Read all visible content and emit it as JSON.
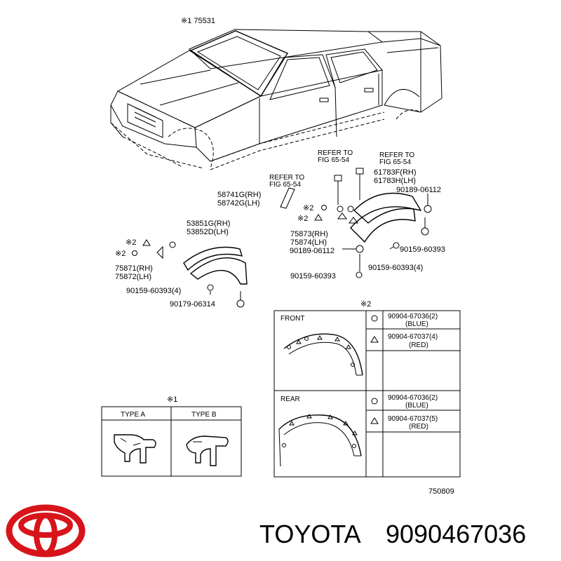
{
  "parts": {
    "p75531": "※1 75531",
    "refer_left_1": "REFER TO",
    "refer_left_2": "FIG 65-54",
    "refer_mid_1": "REFER TO",
    "refer_mid_2": "FIG 65-54",
    "refer_right_1": "REFER TO",
    "refer_right_2": "FIG 65-54",
    "p61783F": "61783F(RH)",
    "p61783H": "61783H(LH)",
    "p90189_top": "90189-06112",
    "p58741G": "58741G(RH)",
    "p58742G": "58742G(LH)",
    "star2_circle_right": "※2",
    "star2_tri_right": "※2",
    "p53851G": "53851G(RH)",
    "p53852D": "53852D(LH)",
    "p75873": "75873(RH)",
    "p75874": "75874(LH)",
    "p90189_mid": "90189-06112",
    "p90159_r1": "90159-60393",
    "p90159_r2": "90159-60393(4)",
    "p90159_r3": "90159-60393",
    "star2_tri_left": "※2",
    "star2_circle_left": "※2",
    "p75871": "75871(RH)",
    "p75872": "75872(LH)",
    "p90159_l": "90159-60393(4)",
    "p90179": "90179-06314"
  },
  "star2_table": {
    "heading": "※2",
    "front_label": "FRONT",
    "rear_label": "REAR",
    "rows": [
      {
        "part": "90904-67036(2)",
        "color": "(BLUE)"
      },
      {
        "part": "90904-67037(4)",
        "color": "(RED)"
      },
      {
        "part": "90904-67036(2)",
        "color": "(BLUE)"
      },
      {
        "part": "90904-67037(5)",
        "color": "(RED)"
      }
    ]
  },
  "star1_table": {
    "heading": "※1",
    "type_a": "TYPE A",
    "type_b": "TYPE B"
  },
  "diagram_code": "750809",
  "brand": {
    "name": "TOYOTA",
    "part_number": "9090467036",
    "logo_color": "#d7141a"
  }
}
